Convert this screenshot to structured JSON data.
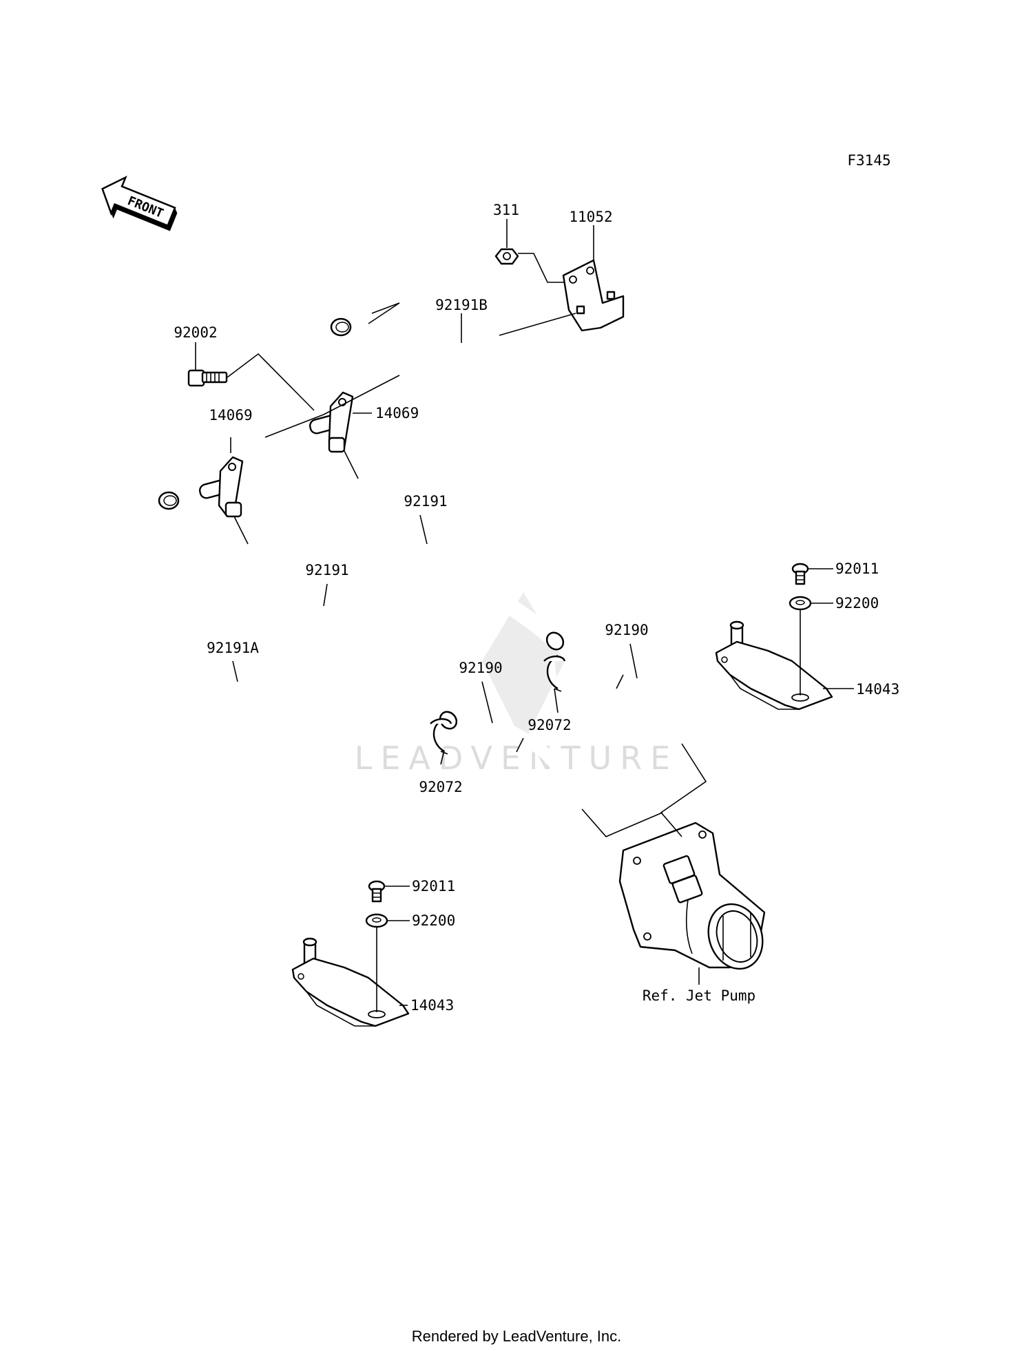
{
  "figure_code": "F3145",
  "front_label": "FRONT",
  "footer": "Rendered by LeadVenture, Inc.",
  "watermark": "LEADVENTURE",
  "callouts": {
    "nut": "311",
    "bracket": "11052",
    "hose_b": "92191B",
    "bolt": "92002",
    "nozzle_right": "14069",
    "nozzle_left": "14069",
    "hose_mid_right": "92191",
    "hose_mid_left": "92191",
    "hose_a": "92191A",
    "screw_right": "92011",
    "washer_right": "92200",
    "cover_right": "14043",
    "hose_short_right": "92190",
    "hose_short_left": "92190",
    "clamp_right": "92072",
    "clamp_left": "92072",
    "screw_left": "92011",
    "washer_left": "92200",
    "cover_left": "14043",
    "ref_jet_pump": "Ref. Jet Pump"
  }
}
